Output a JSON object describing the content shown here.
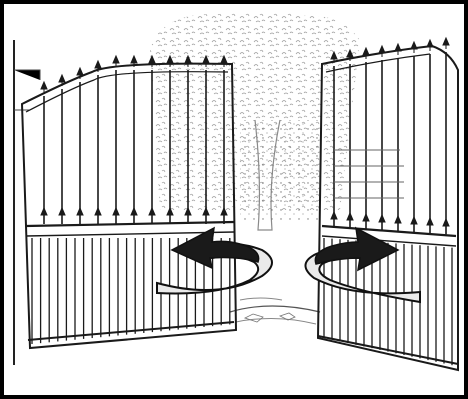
{
  "illustration": {
    "subject": "swing-gate-opening-inward",
    "frame_color": "#000000",
    "background_color": "#ffffff",
    "line_color": "#1a1a1a",
    "arrow_fill": "#1a1a1a",
    "arrow_band_fill": "#e8e8e8",
    "gates": [
      {
        "side": "left",
        "arrow_direction": "counter-clockwise"
      },
      {
        "side": "right",
        "arrow_direction": "clockwise"
      }
    ]
  }
}
